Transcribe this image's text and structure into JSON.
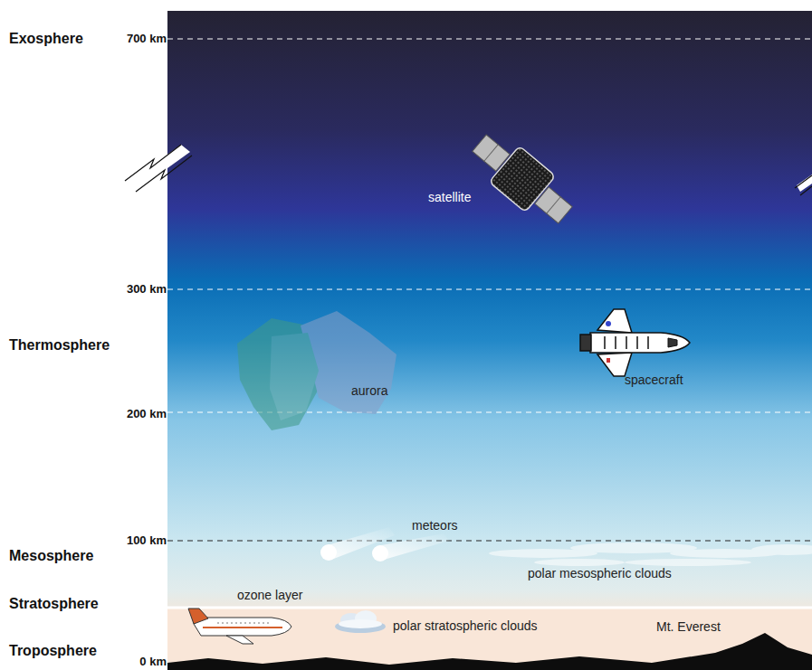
{
  "diagram": {
    "labels": [
      "Exosphere",
      "700 km",
      "300 km",
      "Thermosphere",
      "200 km",
      "100 km",
      "Mesosphere",
      "Stratosphere",
      "Troposphere",
      "0 km",
      "satellite",
      "spacecraft",
      "aurora",
      "meteors",
      "polar mesospheric clouds",
      "ozone layer",
      "polar stratospheric clouds",
      "Mt. Everest"
    ]
  }
}
